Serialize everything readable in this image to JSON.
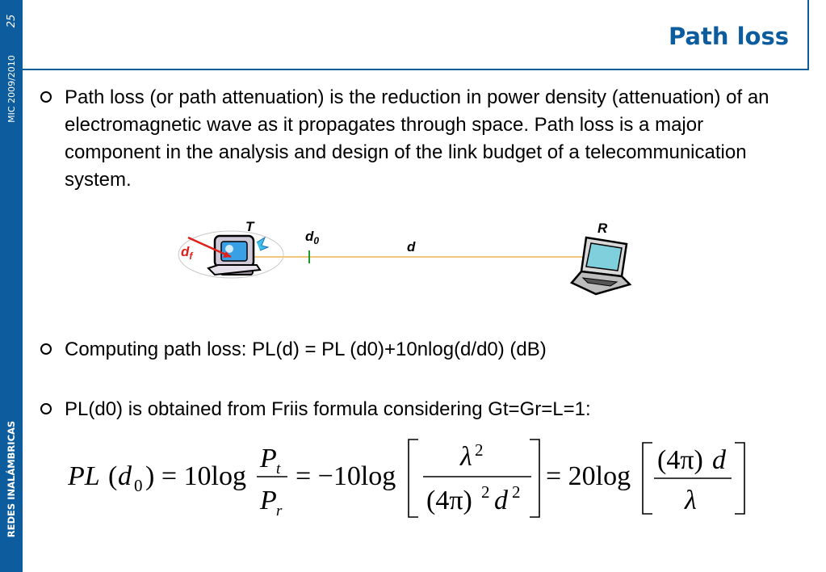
{
  "sidebar": {
    "brand": "REDES INALÁMBRICAS",
    "course": "MIC 2009/2010",
    "page_number": "25",
    "color": "#0d5d9e"
  },
  "slide": {
    "title": "Path loss",
    "title_color": "#0d5d9e",
    "bullets": [
      "Path loss (or path attenuation) is the reduction in power density (attenuation) of an electromagnetic wave as it propagates through space. Path loss is a major component in the analysis and design of the link budget of a telecommunication system.",
      "Computing path loss: PL(d) = PL (d0)+10nlog(d/d0) (dB)",
      "PL(d0) is obtained from Friis formula considering Gt=Gr=L=1:"
    ]
  },
  "diagram": {
    "transmitter_label": "T",
    "receiver_label": "R",
    "d0_label": "d",
    "d0_sub": "0",
    "d_label": "d",
    "df_label": "d",
    "df_sub": "f",
    "icons": [
      "computer-transmitter-icon",
      "laptop-receiver-icon"
    ],
    "line_color": "#f5c778",
    "arrow_color": "#e0201b"
  },
  "formula": {
    "pl": "PL",
    "open_paren": "(",
    "d": "d",
    "sub0": "0",
    "close_eq": ") = 10log",
    "p": "P",
    "sub_t": "t",
    "sub_r": "r",
    "eq_neg": "= −10log",
    "lambda": "λ",
    "sup2": "2",
    "four_pi": "(4π)",
    "eq_20": "= 20log",
    "d_term": "d"
  }
}
